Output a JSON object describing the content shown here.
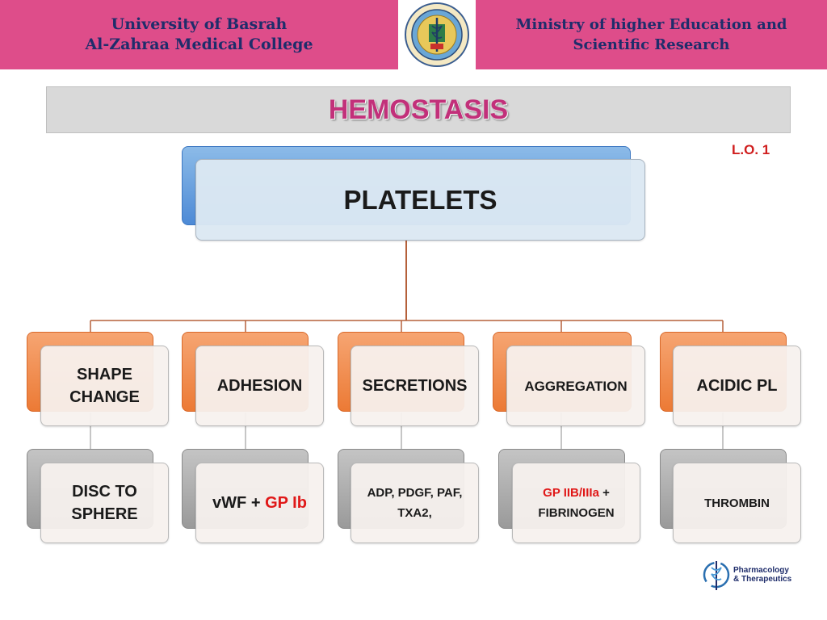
{
  "header": {
    "left_line1": "University of Basrah",
    "left_line2": "Al-Zahraa Medical College",
    "right_line1": "Ministry of higher Education  and",
    "right_line2": "Scientific Research"
  },
  "title": "HEMOSTASIS",
  "lo_label": "L.O. 1",
  "root": {
    "label": "PLATELETS"
  },
  "functions": [
    {
      "label": "SHAPE CHANGE",
      "detail_plain": "DISC TO SPHERE"
    },
    {
      "label": "ADHESION",
      "detail_plain": "vWF + ",
      "detail_red": "GP Ib"
    },
    {
      "label": "SECRETIONS",
      "detail_plain": "ADP, PDGF, PAF, TXA2,"
    },
    {
      "label": "AGGREGATION",
      "detail_red": "GP IIB/IIIa",
      "detail_plain": " + FIBRINOGEN"
    },
    {
      "label": "ACIDIC PL",
      "detail_plain": "THROMBIN"
    }
  ],
  "footer_logo": {
    "line1": "Pharmacology",
    "line2": "& Therapeutics"
  },
  "colors": {
    "header_bg": "#de4d8a",
    "header_text": "#1f2d6b",
    "title_color": "#c2307a",
    "lo_color": "#d01e1e",
    "connector": "#b5603a",
    "root_back": "#4d8ad6",
    "level1_back": "#ec7a35",
    "level2_back": "#9a9a9a"
  }
}
